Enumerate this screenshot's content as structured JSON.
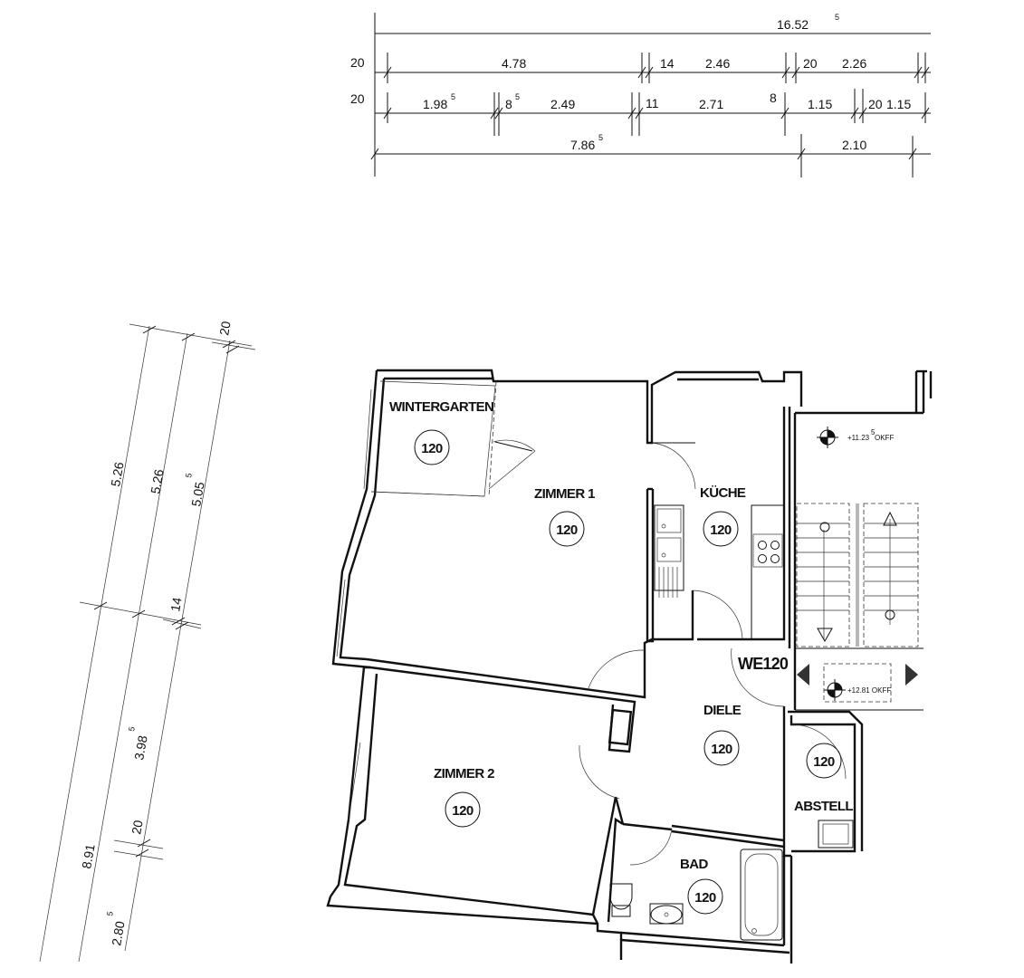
{
  "dimensions_top": {
    "overall": {
      "text": "16.52",
      "sup": "5"
    },
    "row1": [
      {
        "text": "20",
        "sup": ""
      },
      {
        "text": "4.78",
        "sup": ""
      },
      {
        "text": "14",
        "sup": ""
      },
      {
        "text": "2.46",
        "sup": ""
      },
      {
        "text": "20",
        "sup": ""
      },
      {
        "text": "2.26",
        "sup": ""
      }
    ],
    "row2": [
      {
        "text": "20",
        "sup": ""
      },
      {
        "text": "1.98",
        "sup": "5"
      },
      {
        "text": "8",
        "sup": "5"
      },
      {
        "text": "2.49",
        "sup": ""
      },
      {
        "text": "11",
        "sup": ""
      },
      {
        "text": "2.71",
        "sup": ""
      },
      {
        "text": "8",
        "sup": ""
      },
      {
        "text": "1.15",
        "sup": ""
      },
      {
        "text": "20",
        "sup": ""
      },
      {
        "text": "1.15",
        "sup": ""
      }
    ],
    "row3": [
      {
        "text": "7.86",
        "sup": "5"
      },
      {
        "text": "2.10",
        "sup": ""
      }
    ]
  },
  "dimensions_left": [
    {
      "text": "20",
      "sup": ""
    },
    {
      "text": "5.26",
      "sup": ""
    },
    {
      "text": "5.26",
      "sup": ""
    },
    {
      "text": "5.05",
      "sup": "5"
    },
    {
      "text": "14",
      "sup": ""
    },
    {
      "text": "3.98",
      "sup": "5"
    },
    {
      "text": "20",
      "sup": ""
    },
    {
      "text": "8.91",
      "sup": ""
    },
    {
      "text": "2.80",
      "sup": "5"
    }
  ],
  "rooms": [
    {
      "name": "WINTERGARTEN",
      "number": "120"
    },
    {
      "name": "ZIMMER 1",
      "number": "120"
    },
    {
      "name": "KÜCHE",
      "number": "120"
    },
    {
      "name": "DIELE",
      "number": "120"
    },
    {
      "name": "ZIMMER 2",
      "number": "120"
    },
    {
      "name": "BAD",
      "number": "120"
    },
    {
      "name": "ABSTELL",
      "number": "120"
    }
  ],
  "unit_label": "WE120",
  "levels": [
    {
      "prefix": "+11.23",
      "sup": "5",
      "suffix": " OKFF"
    },
    {
      "prefix": "+12.81 OKFF",
      "sup": "",
      "suffix": ""
    }
  ]
}
